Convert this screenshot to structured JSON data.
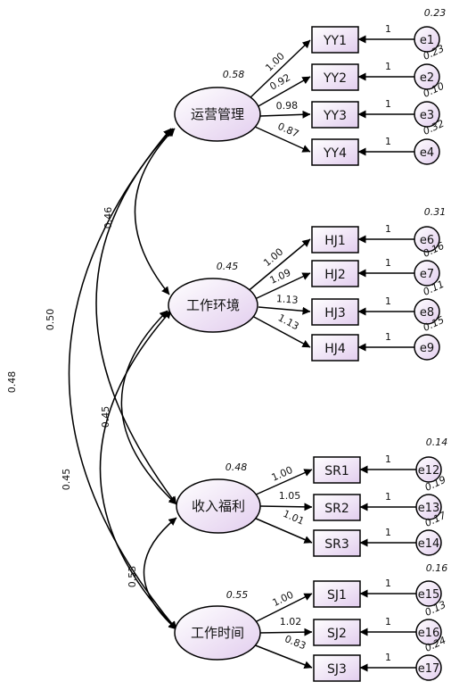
{
  "latents": [
    {
      "id": "yy",
      "label": "运营管理",
      "variance": "0.58"
    },
    {
      "id": "hj",
      "label": "工作环境",
      "variance": "0.45"
    },
    {
      "id": "sr",
      "label": "收入福利",
      "variance": "0.48"
    },
    {
      "id": "sj",
      "label": "工作时间",
      "variance": "0.55"
    }
  ],
  "indicators": [
    {
      "id": "YY1",
      "latent": "yy",
      "loading": "1.00",
      "error": "e1",
      "error_var": "0.23",
      "path": "1"
    },
    {
      "id": "YY2",
      "latent": "yy",
      "loading": "0.92",
      "error": "e2",
      "error_var": "0.23",
      "path": "1"
    },
    {
      "id": "YY3",
      "latent": "yy",
      "loading": "0.98",
      "error": "e3",
      "error_var": "0.10",
      "path": "1"
    },
    {
      "id": "YY4",
      "latent": "yy",
      "loading": "0.87",
      "error": "e4",
      "error_var": "0.32",
      "path": "1"
    },
    {
      "id": "HJ1",
      "latent": "hj",
      "loading": "1.00",
      "error": "e6",
      "error_var": "0.31",
      "path": "1"
    },
    {
      "id": "HJ2",
      "latent": "hj",
      "loading": "1.09",
      "error": "e7",
      "error_var": "0.16",
      "path": "1"
    },
    {
      "id": "HJ3",
      "latent": "hj",
      "loading": "1.13",
      "error": "e8",
      "error_var": "0.11",
      "path": "1"
    },
    {
      "id": "HJ4",
      "latent": "hj",
      "loading": "1.13",
      "error": "e9",
      "error_var": "0.15",
      "path": "1"
    },
    {
      "id": "SR1",
      "latent": "sr",
      "loading": "1.00",
      "error": "e12",
      "error_var": "0.14",
      "path": "1"
    },
    {
      "id": "SR2",
      "latent": "sr",
      "loading": "1.05",
      "error": "e13",
      "error_var": "0.19",
      "path": "1"
    },
    {
      "id": "SR3",
      "latent": "sr",
      "loading": "1.01",
      "error": "e14",
      "error_var": "0.17",
      "path": "1"
    },
    {
      "id": "SJ1",
      "latent": "sj",
      "loading": "1.00",
      "error": "e15",
      "error_var": "0.16",
      "path": "1"
    },
    {
      "id": "SJ2",
      "latent": "sj",
      "loading": "1.02",
      "error": "e16",
      "error_var": "0.13",
      "path": "1"
    },
    {
      "id": "SJ3",
      "latent": "sj",
      "loading": "0.83",
      "error": "e17",
      "error_var": "0.24",
      "path": "1"
    }
  ],
  "covariances": [
    {
      "from": "yy",
      "to": "hj",
      "value": "0.46"
    },
    {
      "from": "yy",
      "to": "sr",
      "value": "0.50"
    },
    {
      "from": "yy",
      "to": "sj",
      "value": "0.48"
    },
    {
      "from": "hj",
      "to": "sr",
      "value": "0.45"
    },
    {
      "from": "hj",
      "to": "sj",
      "value": "0.45"
    },
    {
      "from": "sr",
      "to": "sj",
      "value": "0.53"
    }
  ],
  "colors": {
    "latent_fill": "#ead8f0",
    "box_fill": "#ead8f0",
    "stroke": "#000000"
  }
}
